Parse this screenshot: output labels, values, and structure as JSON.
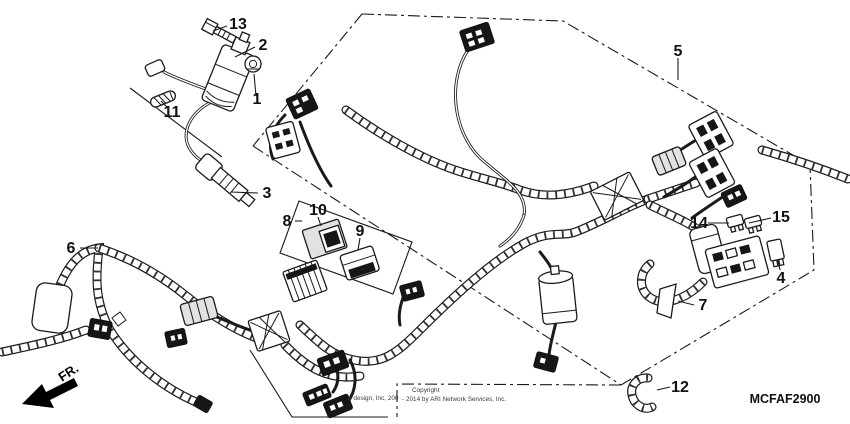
{
  "diagram_code": "MCFAF2900",
  "fr_label": "FR.",
  "copyright": {
    "line1": "Copyright",
    "line2": "- 2014 by ARI Network Services, Inc.",
    "fragment": "b design, Inc, 200"
  },
  "callouts": {
    "c1": "1",
    "c2": "2",
    "c3": "3",
    "c4": "4",
    "c5": "5",
    "c6": "6",
    "c7": "7",
    "c8": "8",
    "c9": "9",
    "c10": "10",
    "c11": "11",
    "c12": "12",
    "c13": "13",
    "c14": "14",
    "c15": "15"
  }
}
